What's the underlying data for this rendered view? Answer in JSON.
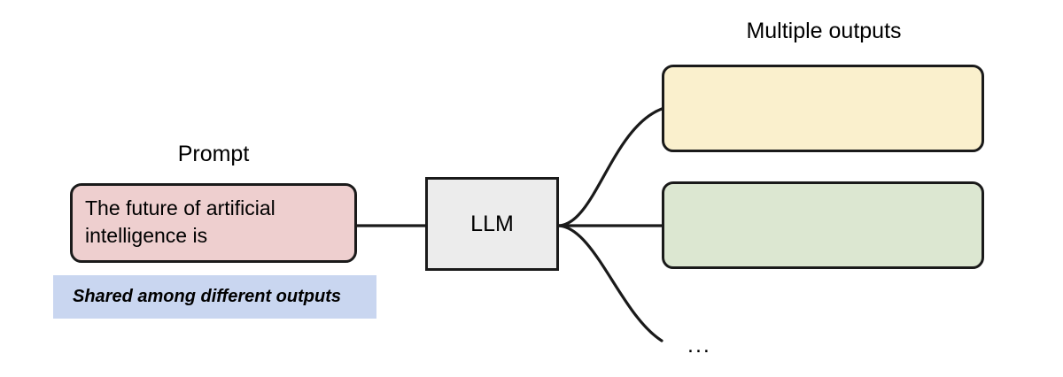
{
  "diagram": {
    "title_left": "Prompt",
    "title_right": "Multiple outputs",
    "prompt": {
      "label": "Prompt",
      "text": "The future of artificial\nintelligence is",
      "fill": "#eecfcf"
    },
    "shared_note": {
      "text": "Shared among different outputs",
      "fill": "#c9d6f0"
    },
    "model": {
      "label": "LLM",
      "fill": "#ececec"
    },
    "outputs_header": "Multiple outputs",
    "outputs": [
      {
        "text": "",
        "fill": "#faf0cd"
      },
      {
        "text": "",
        "fill": "#dce7d1"
      }
    ],
    "ellipsis": "...",
    "colors": {
      "stroke": "#1a1a1a",
      "background": "#ffffff",
      "prompt_fill": "#eecfcf",
      "note_fill": "#c9d6f0",
      "model_fill": "#ececec",
      "output_1_fill": "#faf0cd",
      "output_2_fill": "#dce7d1"
    }
  }
}
